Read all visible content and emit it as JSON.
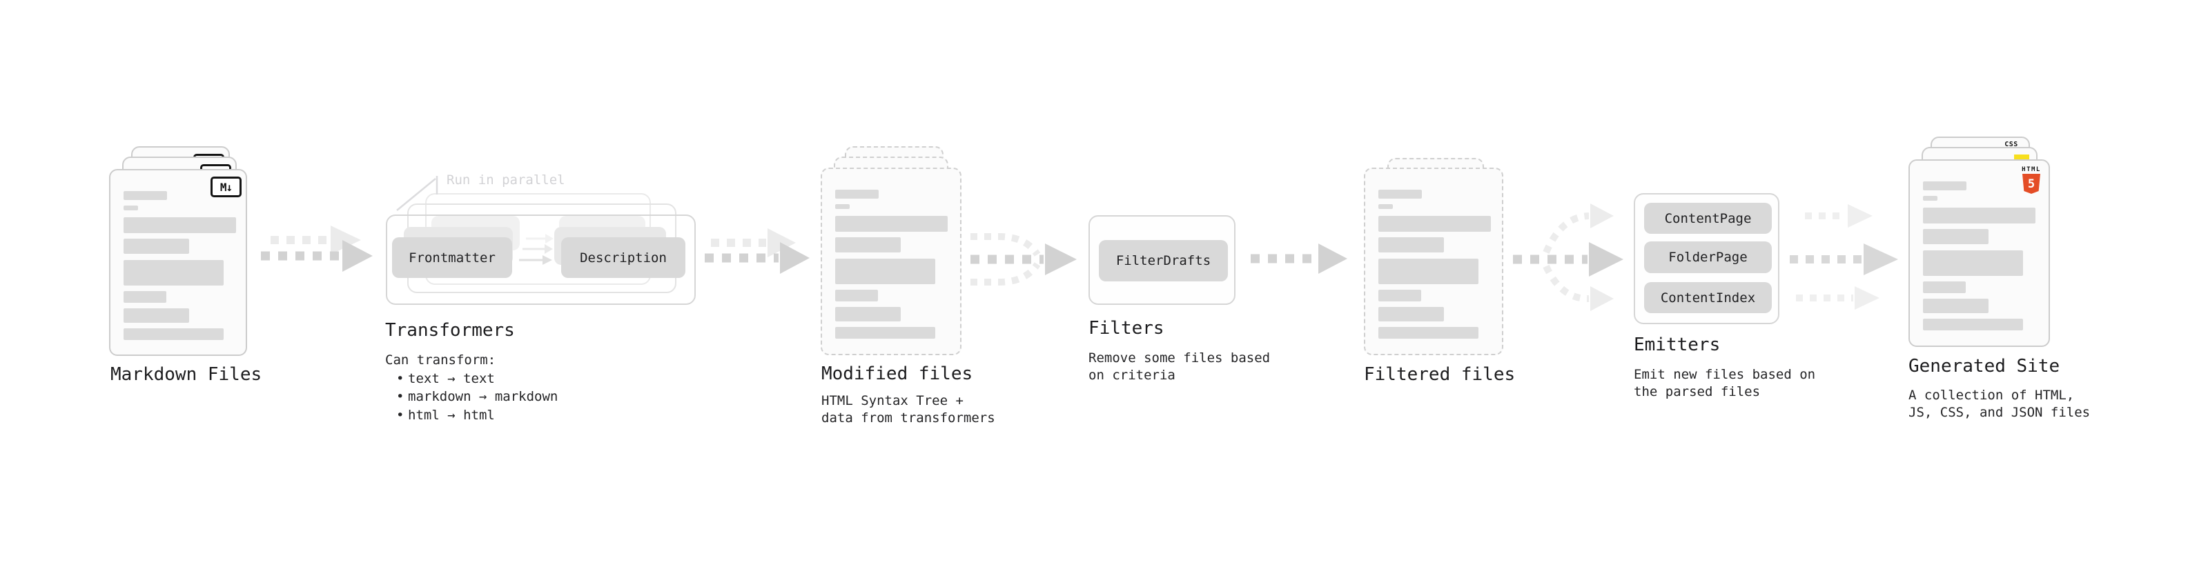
{
  "diagram": {
    "markdown_files": {
      "title": "Markdown Files",
      "badge": "M↓"
    },
    "transformers": {
      "annotation": "Run in parallel",
      "step_from": "Frontmatter",
      "step_to": "Description",
      "title": "Transformers",
      "caption": "Can transform:",
      "bullet_glyph": "•",
      "bullets": [
        "text → text",
        "markdown → markdown",
        "html → html"
      ]
    },
    "modified_files": {
      "title": "Modified files",
      "caption": [
        "HTML Syntax Tree +",
        "data from transformers"
      ]
    },
    "filters": {
      "title": "Filters",
      "box": "FilterDrafts",
      "caption": [
        "Remove some files based",
        "on criteria"
      ]
    },
    "filtered_files": {
      "title": "Filtered files"
    },
    "emitters": {
      "title": "Emitters",
      "boxes": [
        "ContentPage",
        "FolderPage",
        "ContentIndex"
      ],
      "caption": [
        "Emit new files based on",
        "the parsed files"
      ]
    },
    "generated_site": {
      "title": "Generated Site",
      "caption": [
        "A collection of HTML,",
        "JS, CSS, and JSON files"
      ],
      "badges": {
        "css": "CSS",
        "html_label": "HTML",
        "html_numeral": "5"
      }
    },
    "colors": {
      "html5_orange": "#e44d26",
      "js_yellow": "#f7df1e",
      "css_blue": "#2965f1",
      "arrow_grey": "#d2d2d2"
    }
  }
}
